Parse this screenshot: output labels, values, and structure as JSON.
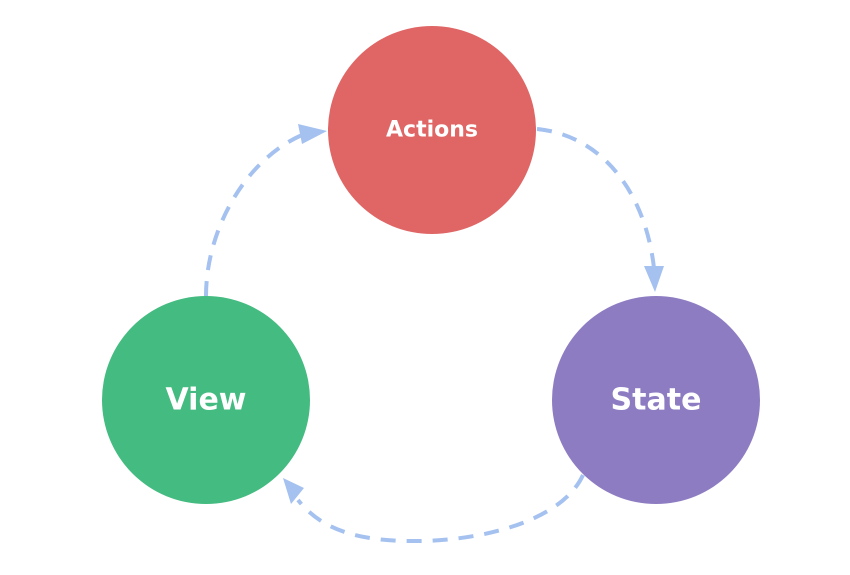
{
  "colors": {
    "background": "#ffffff",
    "arrow": "#a4c1f0"
  },
  "nodes": {
    "actions": {
      "label": "Actions",
      "color": "#e06666"
    },
    "state": {
      "label": "State",
      "color": "#8e7cc3"
    },
    "view": {
      "label": "View",
      "color": "#44bb80"
    }
  },
  "edges": [
    {
      "from": "actions",
      "to": "state"
    },
    {
      "from": "state",
      "to": "view"
    },
    {
      "from": "view",
      "to": "actions"
    }
  ]
}
